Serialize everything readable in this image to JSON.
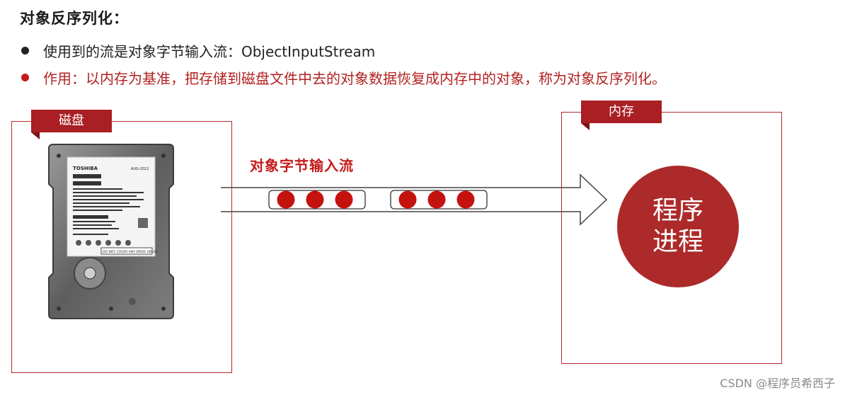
{
  "title": "对象反序列化：",
  "bullets": [
    "使用到的流是对象字节输入流：ObjectInputStream",
    "作用：以内存为基准，把存储到磁盘文件中去的对象数据恢复成内存中的对象，称为对象反序列化。"
  ],
  "disk": {
    "label": "磁盘",
    "drive_brand": "TOSHIBA",
    "drive_date": "AUG-2012",
    "drive_warning": "DO NOT COVER ANY DRIVE HOLES"
  },
  "stream": {
    "label": "对象字节输入流",
    "group_count": 2,
    "dots_per_group": 3
  },
  "memory": {
    "label": "内存",
    "process_label": "程序进程"
  },
  "watermark": "CSDN @程序员希西子",
  "colors": {
    "accent": "#a91f23",
    "dot_red": "#c4120f",
    "circle": "#ad2a2a"
  }
}
